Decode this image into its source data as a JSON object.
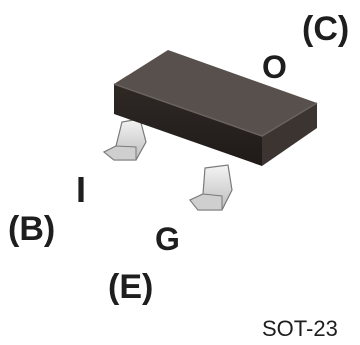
{
  "package": {
    "name": "SOT-23",
    "body_color": "#3b3431",
    "body_top_color": "#58504c",
    "lead_color": "#e8e8e8"
  },
  "pins": {
    "o": {
      "letter": "O",
      "name": "(C)"
    },
    "i": {
      "letter": "I",
      "name": "(B)"
    },
    "g": {
      "letter": "G",
      "name": "(E)"
    }
  }
}
